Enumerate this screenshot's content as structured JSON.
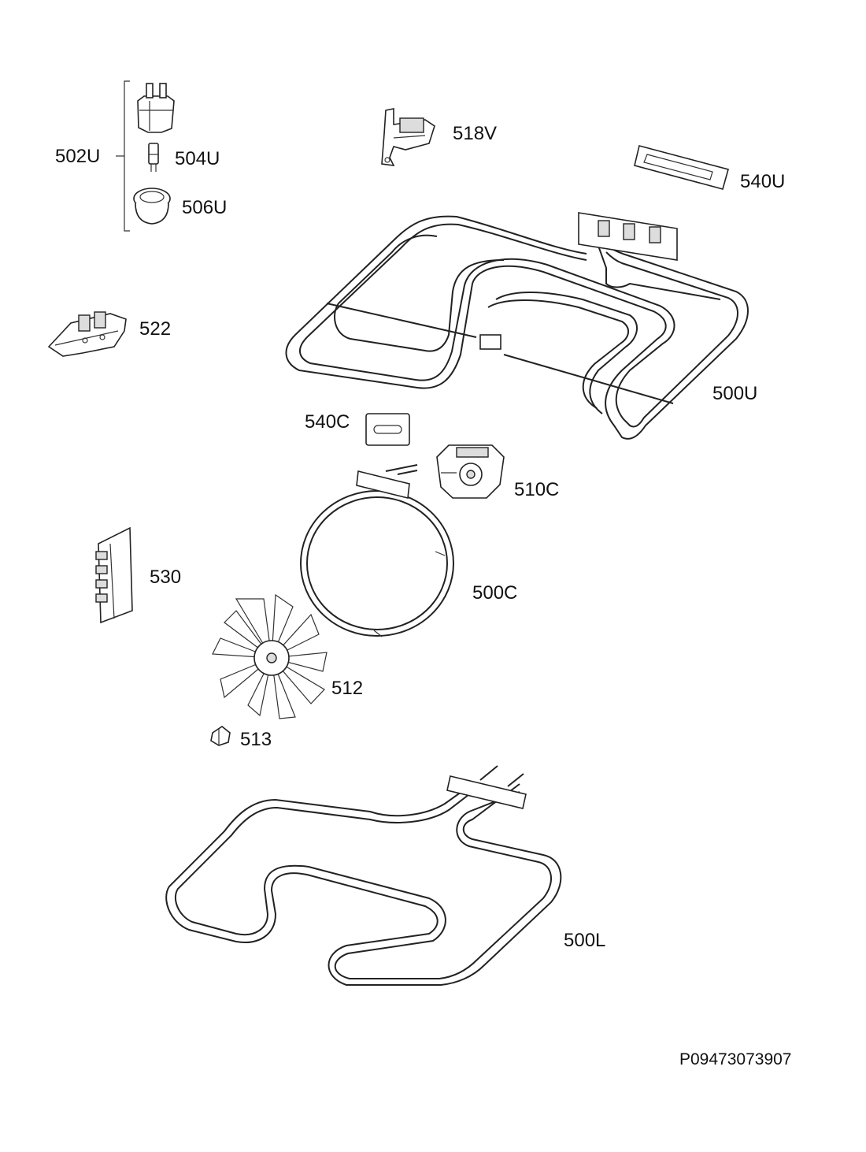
{
  "labels": {
    "l502U": "502U",
    "l504U": "504U",
    "l506U": "506U",
    "l518V": "518V",
    "l540U": "540U",
    "l522": "522",
    "l500U": "500U",
    "l540C": "540C",
    "l510C": "510C",
    "l530": "530",
    "l500C": "500C",
    "l512": "512",
    "l513": "513",
    "l500L": "500L"
  },
  "doc_number": "P09473073907"
}
